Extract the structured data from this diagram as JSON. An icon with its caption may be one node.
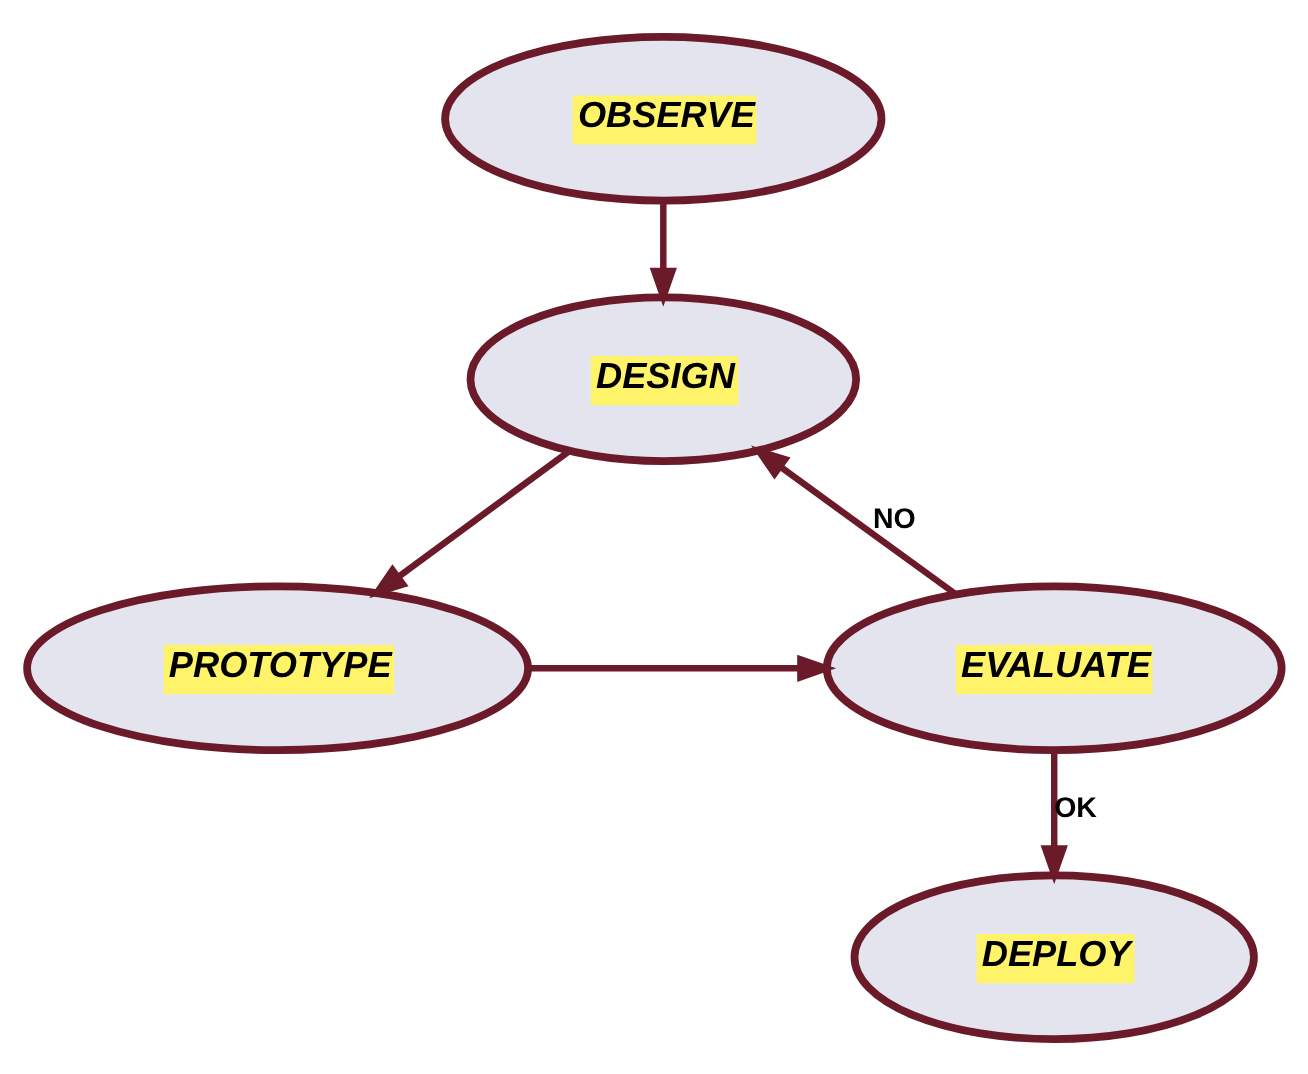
{
  "diagram": {
    "nodes": [
      {
        "text": [
          "OBSERVE"
        ]
      },
      {
        "text": [
          "DESIGN"
        ]
      },
      {
        "text": [
          "PROTOTYPE"
        ]
      },
      {
        "text": [
          "EVALUATE"
        ]
      },
      {
        "text": [
          "DEPLOY"
        ]
      }
    ],
    "edges": [
      {
        "from": 0,
        "to": 1,
        "arrow": "to"
      },
      {
        "from": 1,
        "to": 2,
        "arrow": "to"
      },
      {
        "from": 2,
        "to": 3,
        "arrow": "to"
      },
      {
        "from": 3,
        "to": 1,
        "arrow": "to",
        "label": "NO"
      },
      {
        "from": 3,
        "to": 4,
        "arrow": "to",
        "label": "OK"
      }
    ]
  }
}
